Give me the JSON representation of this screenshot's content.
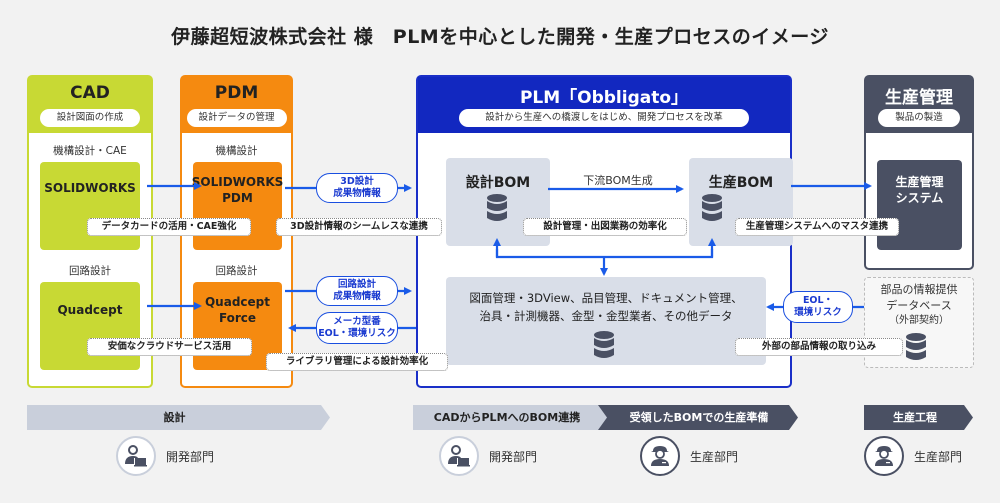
{
  "title": "伊藤超短波株式会社 様　PLMを中心とした開発・生産プロセスのイメージ",
  "colors": {
    "cad": "#c8d934",
    "pdm": "#f58a10",
    "plm": "#1228c0",
    "production": "#4a5063",
    "arrow": "#1a5be8",
    "bom_bg": "#d9dee8"
  },
  "columns": {
    "cad": {
      "header": "CAD",
      "pill": "設計図面の作成",
      "sections": [
        {
          "label": "機構設計・CAE",
          "tool": "SOLIDWORKS"
        },
        {
          "label": "回路設計",
          "tool": "Quadcept"
        }
      ]
    },
    "pdm": {
      "header": "PDM",
      "pill": "設計データの管理",
      "sections": [
        {
          "label": "機構設計",
          "tool_line1": "SOLIDWORKS",
          "tool_line2": "PDM"
        },
        {
          "label": "回路設計",
          "tool_line1": "Quadcept",
          "tool_line2": "Force"
        }
      ]
    },
    "plm": {
      "header": "PLM「Obbligato」",
      "pill": "設計から生産への橋渡しをはじめ、開発プロセスを改革",
      "design_bom": "設計BOM",
      "production_bom": "生産BOM",
      "bom_flow_label": "下流BOM生成",
      "data_line1": "図面管理・3DView、品目管理、ドキュメント管理、",
      "data_line2": "治具・計測機器、金型・金型業者、その他データ"
    },
    "production": {
      "header": "生産管理",
      "pill": "製品の製造",
      "system_line1": "生産管理",
      "system_line2": "システム"
    }
  },
  "external_db": {
    "line1": "部品の情報提供",
    "line2": "データベース",
    "line3": "（外部契約）"
  },
  "bubbles": {
    "3d_line1": "3D設計",
    "3d_line2": "成果物情報",
    "circuit_line1": "回路設計",
    "circuit_line2": "成果物情報",
    "maker_line1": "メーカ型番",
    "maker_line2": "EOL・環境リスク",
    "eol_line1": "EOL・",
    "eol_line2": "環境リスク"
  },
  "notes": {
    "datacard": "データカードの活用・CAE強化",
    "seamless": "3D設計情報のシームレスな連携",
    "cloud": "安価なクラウドサービス活用",
    "library": "ライブラリ管理による設計効率化",
    "design_mgmt": "設計管理・出図業務の効率化",
    "master_link": "生産管理システムへのマスタ連携",
    "external_parts": "外部の部品情報の取り込み"
  },
  "stages": [
    {
      "label": "設計",
      "style": "light"
    },
    {
      "label": "CADからPLMへのBOM連携",
      "style": "light"
    },
    {
      "label": "受領したBOMでの生産準備",
      "style": "dark"
    },
    {
      "label": "生産工程",
      "style": "dark"
    }
  ],
  "departments": [
    {
      "label": "開発部門",
      "icon": "developer-icon"
    },
    {
      "label": "開発部門",
      "icon": "developer-icon"
    },
    {
      "label": "生産部門",
      "icon": "worker-icon"
    },
    {
      "label": "生産部門",
      "icon": "worker-icon"
    }
  ]
}
